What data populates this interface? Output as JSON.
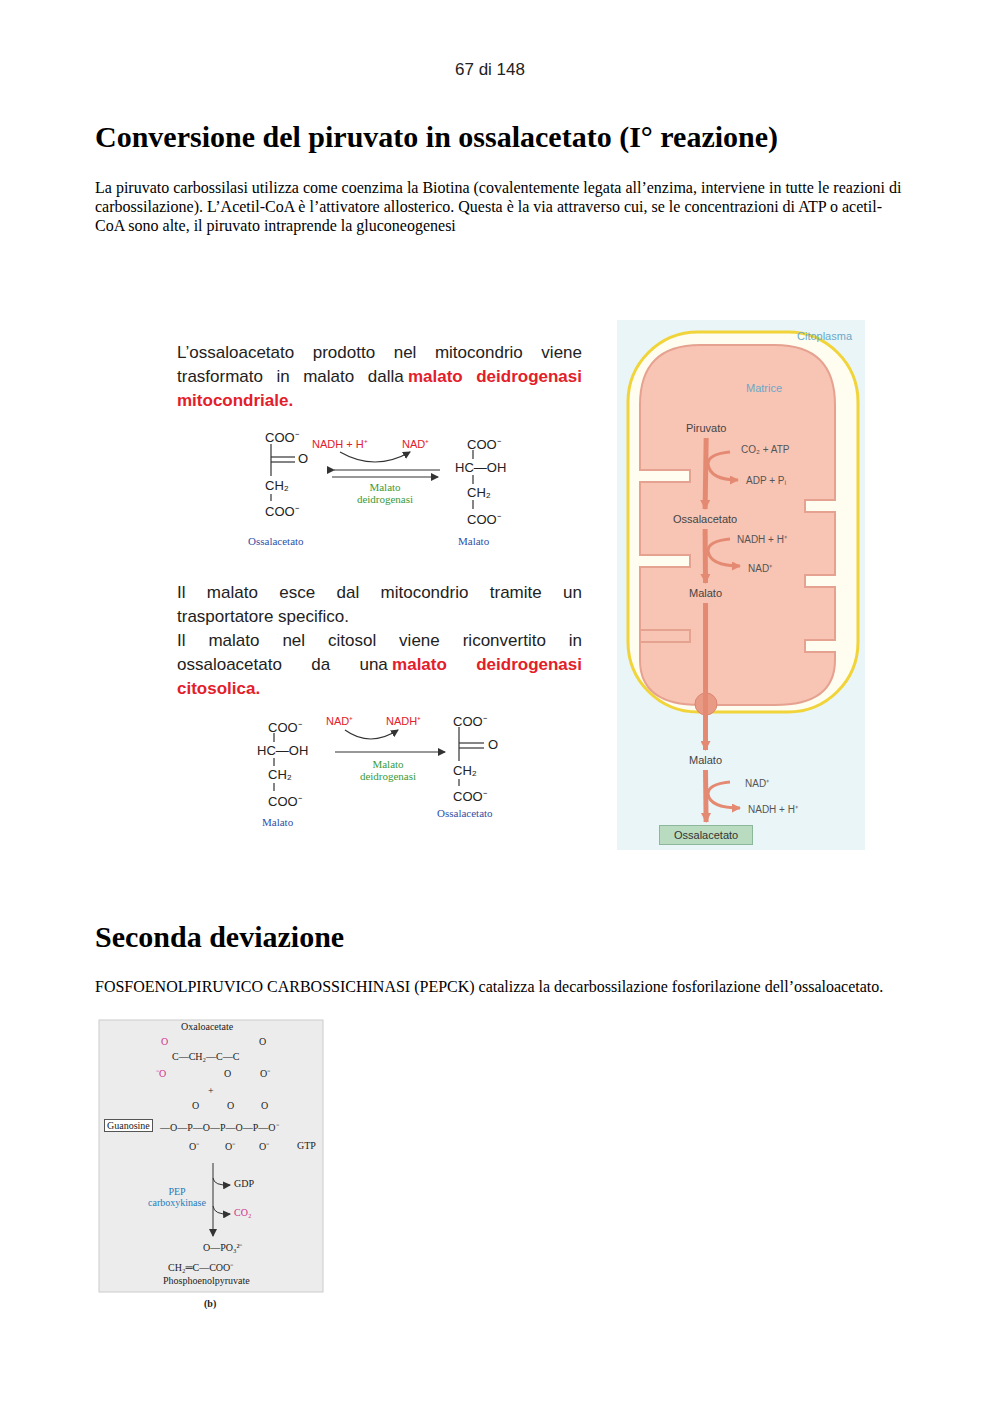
{
  "diagram": {
    "title": "Conversione del piruvato in ossalacetato (I° reazione)",
    "nodes": [
      {
        "text": [
          "Citoplasma"
        ]
      },
      {
        "text": [
          "Matrice"
        ],
        "in": 0
      },
      {
        "text": [
          "Piruvato"
        ],
        "in": 1
      },
      {
        "text": [
          "Ossalacetato"
        ],
        "in": 1
      },
      {
        "text": [
          "Malato"
        ],
        "in": 1
      },
      {
        "text": [
          "Malato"
        ],
        "in": 0
      },
      {
        "text": [
          "Ossalacetato"
        ],
        "in": 0
      }
    ],
    "edges": [
      {
        "from": 2,
        "to": 3,
        "arrow": "to"
      },
      {
        "from": 3,
        "to": 4,
        "arrow": "to"
      },
      {
        "from": 4,
        "to": 5,
        "arrow": "to"
      },
      {
        "from": 5,
        "to": 6,
        "arrow": "to"
      }
    ],
    "labels": [
      "67 di 148",
      "La piruvato carbossilasi utilizza come coenzima la Biotina (covalentemente legata all’enzima, interviene in tutte le reazioni di carbossilazione). L’Acetil-CoA è l’attivatore allosterico. Questa è la via attraverso cui, se le concentrazioni di ATP o acetil-CoA sono alte, il piruvato intraprende la gluconeogenesi",
      "L’ossaloacetato prodotto nel mitocondrio viene trasformato in malato dalla",
      "malato deidrogenasi mitocondriale.",
      "COO⁻",
      "O",
      "CH₂",
      "COO⁻",
      "NADH + H⁺",
      "NAD⁺",
      "Malato deidrogenasi",
      "COO⁻",
      "HC—OH",
      "CH₂",
      "COO⁻",
      "Ossalacetato",
      "Malato",
      "Il malato esce dal mitocondrio tramite un trasportatore specifico.",
      "Il malato nel citosol viene riconvertito in ossaloacetato da una",
      "malato deidrogenasi citosolica.",
      "COO⁻",
      "HC—OH",
      "CH₂",
      "COO⁻",
      "Malato",
      "NAD⁺",
      "NADH⁺",
      "Malato deidrogenasi",
      "COO⁻",
      "O",
      "CH₂",
      "COO⁻",
      "Ossalacetato",
      "CO₂ + ATP",
      "ADP + Pᵢ",
      "NADH + H⁺",
      "NAD⁺",
      "NAD⁺",
      "NADH + H⁺",
      "Seconda deviazione",
      "FOSFOENOLPIRUVICO CARBOSSICHINASI (PEPCK) catalizza la decarbossilazione fosforilazione dell’ossaloacetato.",
      "Oxaloacetate",
      "O",
      "O",
      "C—CH₂—C—C",
      "⁻O",
      "O",
      "O⁻",
      "+",
      "O",
      "O",
      "O",
      "Guanosine",
      "—O—P—O—P—O—P—O⁻",
      "O⁻",
      "O⁻",
      "O⁻",
      "GTP",
      "GDP",
      "PEP carboxykinase",
      "CO₂",
      "O—PO₃²⁻",
      "CH₂═C—COO⁻",
      "Phosphoenolpyruvate",
      "(b)"
    ]
  }
}
